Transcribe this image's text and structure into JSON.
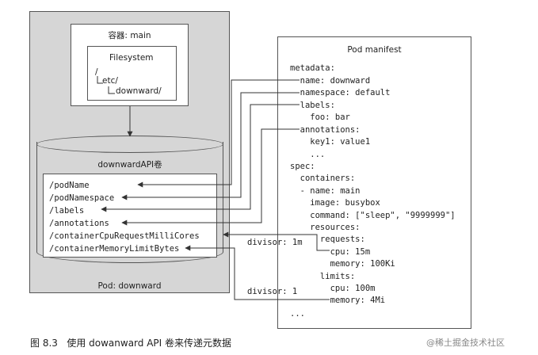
{
  "pod": {
    "label": "Pod: downward"
  },
  "container": {
    "label": "容器: main"
  },
  "filesystem": {
    "title": "Filesystem",
    "root": "/",
    "etc": "etc/",
    "downward": "downward/"
  },
  "volume": {
    "label": "downwardAPI卷",
    "files": [
      "/podName",
      "/podNamespace",
      "/labels",
      "/annotations",
      "/containerCpuRequestMilliCores",
      "/containerMemoryLimitBytes"
    ]
  },
  "manifest": {
    "title": "Pod manifest",
    "lines": [
      "metadata:",
      "  name: downward",
      "  namespace: default",
      "  labels:",
      "    foo: bar",
      "  annotations:",
      "    key1: value1",
      "    ...",
      "spec:",
      "  containers:",
      "  - name: main",
      "    image: busybox",
      "    command: [\"sleep\", \"9999999\"]",
      "    resources:",
      "      requests:",
      "        cpu: 15m",
      "        memory: 100Ki",
      "      limits:",
      "        cpu: 100m",
      "        memory: 4Mi",
      "..."
    ]
  },
  "divisors": [
    "divisor: 1m",
    "divisor: 1"
  ],
  "caption": "图 8.3   使用 dowanward API 卷来传递元数据",
  "watermark": "@稀土掘金技术社区"
}
